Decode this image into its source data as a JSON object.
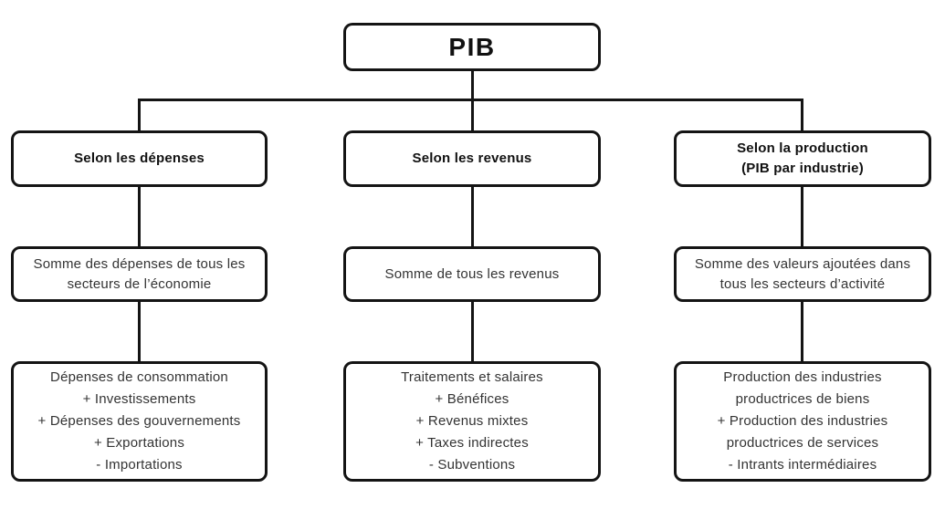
{
  "diagram": {
    "title": "PIB",
    "colors": {
      "border": "#141414",
      "header_text": "#111111",
      "body_text": "#333333",
      "background": "#ffffff"
    },
    "columns": [
      {
        "header": "Selon les dépenses",
        "definition": "Somme des dépenses de tous les secteurs de l’économie",
        "components": [
          "Dépenses de consommation",
          "+ Investissements",
          "+ Dépenses des gouvernements",
          "+ Exportations",
          "- Importations"
        ]
      },
      {
        "header": "Selon les revenus",
        "definition": "Somme de tous les revenus",
        "components": [
          "Traitements et salaires",
          "+ Bénéfices",
          "+ Revenus mixtes",
          "+ Taxes indirectes",
          "- Subventions"
        ]
      },
      {
        "header": "Selon la production\n(PIB par industrie)",
        "definition": "Somme des valeurs ajoutées dans tous les secteurs d’activité",
        "components": [
          "Production des industries productrices de biens",
          "+ Production des industries productrices de services",
          "- Intrants intermédiaires"
        ]
      }
    ]
  }
}
